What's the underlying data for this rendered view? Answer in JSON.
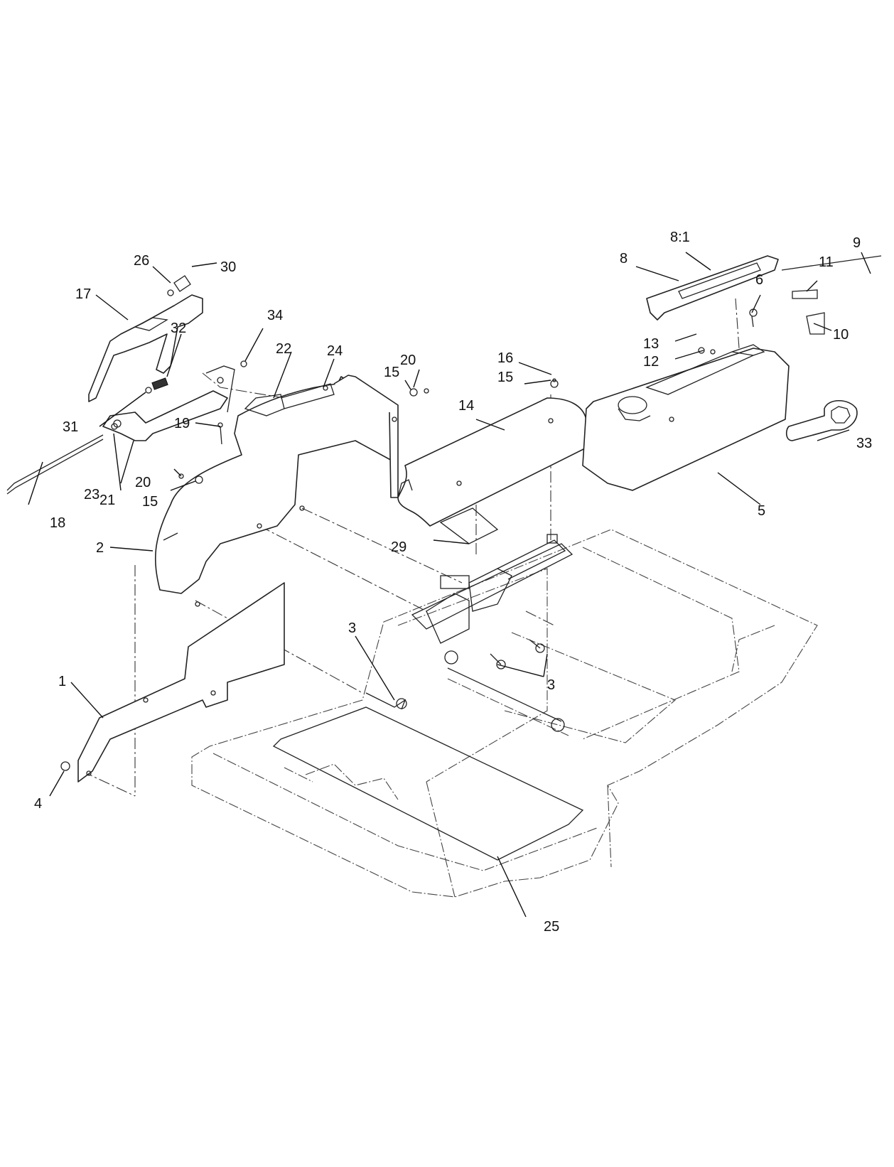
{
  "callouts": {
    "c1": "1",
    "c2": "2",
    "c3a": "3",
    "c3b": "3",
    "c4": "4",
    "c5": "5",
    "c6": "6",
    "c8": "8",
    "c8_1": "8:1",
    "c9": "9",
    "c10": "10",
    "c11": "11",
    "c12": "12",
    "c13": "13",
    "c14": "14",
    "c15a": "15",
    "c15b": "15",
    "c15c": "15",
    "c16": "16",
    "c17": "17",
    "c18": "18",
    "c19": "19",
    "c20a": "20",
    "c20b": "20",
    "c21": "21",
    "c22": "22",
    "c23": "23",
    "c24": "24",
    "c25": "25",
    "c26": "26",
    "c29": "29",
    "c30": "30",
    "c31": "31",
    "c32": "32",
    "c33": "33",
    "c34": "34"
  },
  "colors": {
    "line": "#222222",
    "background": "#ffffff"
  }
}
